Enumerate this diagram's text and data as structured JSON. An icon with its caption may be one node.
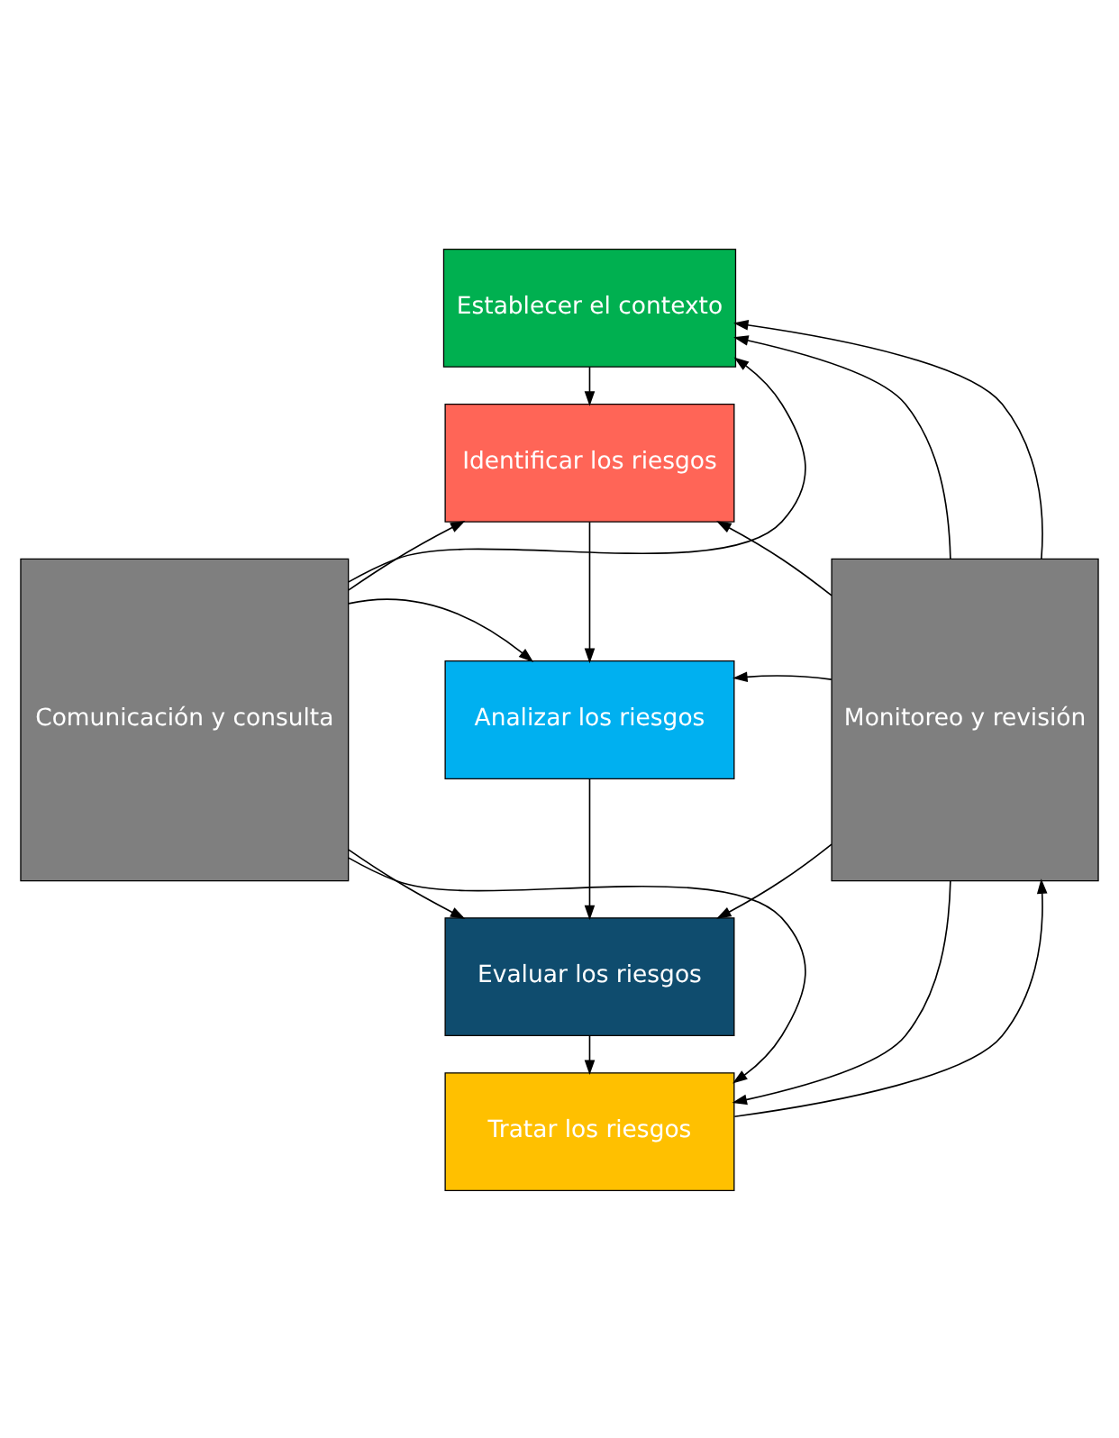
{
  "diagram": {
    "nodes": [
      {
        "text": [
          "Establecer el contexto"
        ]
      },
      {
        "text": [
          "Identificar los riesgos"
        ]
      },
      {
        "text": [
          "Analizar los riesgos"
        ]
      },
      {
        "text": [
          "Evaluar los riesgos"
        ]
      },
      {
        "text": [
          "Tratar los riesgos"
        ]
      },
      {
        "text": [
          "Comunicación y consulta"
        ]
      },
      {
        "text": [
          "Monitoreo y revisión"
        ]
      }
    ],
    "edges": [
      {
        "from": 0,
        "to": 1,
        "arrow": "to"
      },
      {
        "from": 1,
        "to": 2,
        "arrow": "to"
      },
      {
        "from": 2,
        "to": 3,
        "arrow": "to"
      },
      {
        "from": 3,
        "to": 4,
        "arrow": "to"
      },
      {
        "from": 5,
        "to": 0,
        "arrow": "to"
      },
      {
        "from": 5,
        "to": 1,
        "arrow": "to"
      },
      {
        "from": 5,
        "to": 2,
        "arrow": "to"
      },
      {
        "from": 5,
        "to": 3,
        "arrow": "to"
      },
      {
        "from": 5,
        "to": 4,
        "arrow": "to"
      },
      {
        "from": 6,
        "to": 0,
        "arrow": "to"
      },
      {
        "from": 6,
        "to": 1,
        "arrow": "to"
      },
      {
        "from": 6,
        "to": 2,
        "arrow": "to"
      },
      {
        "from": 6,
        "to": 3,
        "arrow": "to"
      },
      {
        "from": 6,
        "to": 4,
        "arrow": "to"
      },
      {
        "from": 4,
        "to": 6,
        "arrow": "to"
      },
      {
        "from": 6,
        "to": 0,
        "arrow": "to"
      }
    ]
  }
}
